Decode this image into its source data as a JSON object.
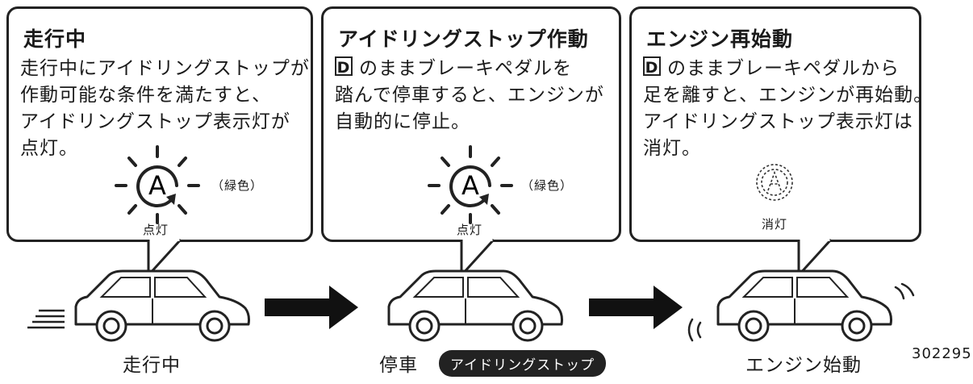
{
  "panels": [
    {
      "title": "走行中",
      "body_lines": [
        "走行中にアイドリングストップが",
        "作動可能な条件を満たすと、",
        "アイドリングストップ表示灯が",
        "点灯。"
      ],
      "indicator_letter": "A",
      "indicator_label": "点灯",
      "color_note": "（緑色）"
    },
    {
      "title": "アイドリングストップ作動",
      "key": "D",
      "body_lines": [
        "のままブレーキペダルを",
        "踏んで停車すると、エンジンが",
        "自動的に停止。"
      ],
      "indicator_letter": "A",
      "indicator_label": "点灯",
      "color_note": "（緑色）"
    },
    {
      "title": "エンジン再始動",
      "key": "D",
      "body_lines": [
        "のままブレーキペダルから",
        "足を離すと、エンジンが再始動。",
        "アイドリングストップ表示灯は",
        "消灯。"
      ],
      "indicator_label": "消灯"
    }
  ],
  "captions": {
    "driving": "走行中",
    "stop": "停車",
    "idle_badge": "アイドリングストップ",
    "restart": "エンジン始動"
  },
  "figure_code": "302295",
  "icons": [
    "indicator-lit-icon",
    "indicator-off-icon",
    "car-icon",
    "arrow-right-icon",
    "speed-lines-icon",
    "sound-wave-icon"
  ]
}
